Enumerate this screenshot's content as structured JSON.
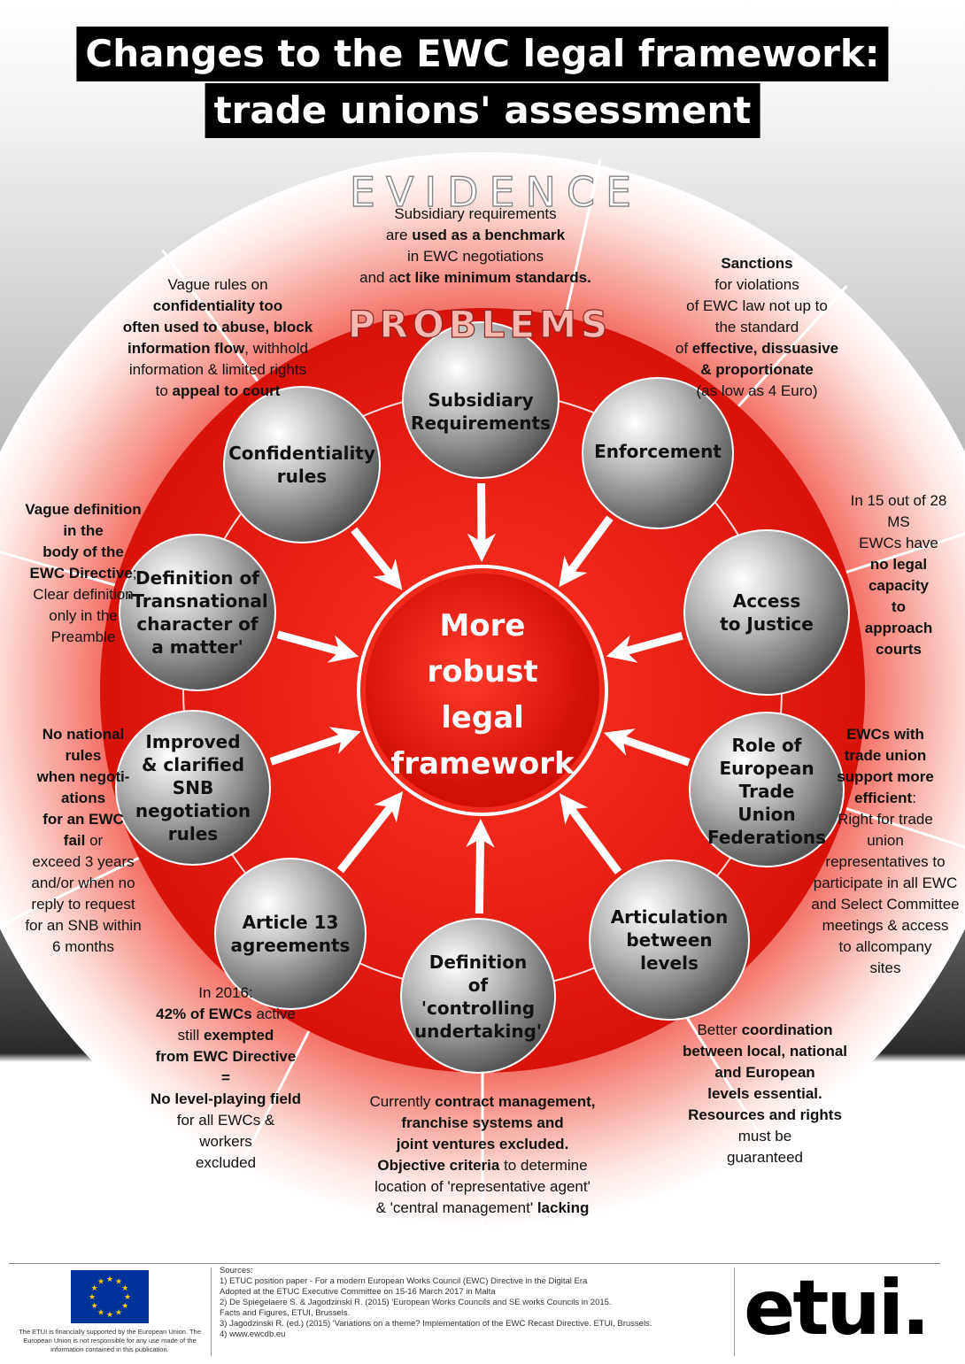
{
  "title": {
    "line1": "Changes to the EWC legal framework:",
    "line2": "trade unions' assessment"
  },
  "ring_labels": {
    "outer": "EVIDENCE",
    "inner": "PROBLEMS"
  },
  "center": {
    "label": "More\nrobust\nlegal\nframework"
  },
  "colors": {
    "red": "#e8190f",
    "dark_red": "#c40f06",
    "pink": "#f7c9c3",
    "gray_circle": "#8a8a8a"
  },
  "problems": [
    {
      "label": "Subsidiary\nRequirements"
    },
    {
      "label": "Enforcement"
    },
    {
      "label": "Access\nto Justice"
    },
    {
      "label": "Role of\nEuropean\nTrade\nUnion\nFederations"
    },
    {
      "label": "Articulation\nbetween\nlevels"
    },
    {
      "label": "Definition\nof\n'controlling\nundertaking'"
    },
    {
      "label": "Article 13\nagreements"
    },
    {
      "label": "Improved\n& clarified\nSNB\nnegotiation\nrules"
    },
    {
      "label": "Definition of\n'Transnational\ncharacter of\na matter'"
    },
    {
      "label": "Confidentiality\nrules"
    }
  ],
  "evidence": {
    "subsidiary": [
      {
        "t": "Subsidiary requirements",
        "b": false
      },
      {
        "t": "are ",
        "b": false
      },
      {
        "t": "used as a benchmark",
        "b": true
      },
      {
        "t": "in EWC negotiations",
        "b": false
      },
      {
        "t": "and a",
        "b": false
      },
      {
        "t": "ct like minimum standards.",
        "b": true
      }
    ],
    "sanctions": [
      {
        "t": "Sanctions",
        "b": true
      },
      {
        "t": "for violations",
        "b": false
      },
      {
        "t": "of EWC law not up to",
        "b": false
      },
      {
        "t": "the standard",
        "b": false
      },
      {
        "t": "of ",
        "b": false
      },
      {
        "t": "effective, dissuasive",
        "b": true
      },
      {
        "t": "& proportionate",
        "b": true
      },
      {
        "t": "(as low as 4 Euro)",
        "b": false
      }
    ],
    "confidentiality": [
      {
        "t": "Vague rules on",
        "b": false
      },
      {
        "t": "confidentiality too",
        "b": true
      },
      {
        "t": "often used to abuse, block",
        "b": true
      },
      {
        "t": "information flow",
        "b": true
      },
      {
        "t": ", withhold",
        "b": false
      },
      {
        "t": "information & limited rights",
        "b": false
      },
      {
        "t": "to ",
        "b": false
      },
      {
        "t": "appeal to court",
        "b": true
      }
    ],
    "transnational": [
      {
        "t": "Vague definition",
        "b": true
      },
      {
        "t": "in the",
        "b": true
      },
      {
        "t": "body of the",
        "b": true
      },
      {
        "t": "EWC Directive",
        "b": true
      },
      {
        "t": ";",
        "b": false
      },
      {
        "t": "Clear definition",
        "b": false
      },
      {
        "t": "only in the",
        "b": false
      },
      {
        "t": "Preamble",
        "b": false
      }
    ],
    "access": [
      {
        "t": "In 15 out of 28",
        "b": false
      },
      {
        "t": "MS",
        "b": false
      },
      {
        "t": "EWCs have",
        "b": false
      },
      {
        "t": "no legal",
        "b": true
      },
      {
        "t": "capacity",
        "b": true
      },
      {
        "t": "to",
        "b": true
      },
      {
        "t": "approach",
        "b": true
      },
      {
        "t": "courts",
        "b": true
      }
    ],
    "snb": [
      {
        "t": "No national",
        "b": true
      },
      {
        "t": "rules",
        "b": true
      },
      {
        "t": "when negoti-",
        "b": true
      },
      {
        "t": "ations",
        "b": true
      },
      {
        "t": "for an EWC",
        "b": true
      },
      {
        "t": "fail",
        "b": true
      },
      {
        "t": " or",
        "b": false
      },
      {
        "t": "exceed 3 years",
        "b": false
      },
      {
        "t": "and/or when no",
        "b": false
      },
      {
        "t": "reply to request",
        "b": false
      },
      {
        "t": "for an SNB within",
        "b": false
      },
      {
        "t": "6 months",
        "b": false
      }
    ],
    "federations": [
      {
        "t": "EWCs with",
        "b": true
      },
      {
        "t": "trade union",
        "b": true
      },
      {
        "t": "support more",
        "b": true
      },
      {
        "t": "efficient",
        "b": true
      },
      {
        "t": ":",
        "b": false
      },
      {
        "t": "Right for trade",
        "b": false
      },
      {
        "t": "union",
        "b": false
      },
      {
        "t": "representatives to",
        "b": false
      },
      {
        "t": "participate in all EWC",
        "b": false
      },
      {
        "t": "and Select Committee",
        "b": false
      },
      {
        "t": "meetings & access",
        "b": false
      },
      {
        "t": "to allcompany",
        "b": false
      },
      {
        "t": "sites",
        "b": false
      }
    ],
    "article13": [
      {
        "t": "In 2016:",
        "b": false
      },
      {
        "t": "42% of EWCs",
        "b": true
      },
      {
        "t": " active",
        "b": false
      },
      {
        "t": "still ",
        "b": false
      },
      {
        "t": "exempted",
        "b": true
      },
      {
        "t": "from EWC Directive",
        "b": true
      },
      {
        "t": "=",
        "b": true
      },
      {
        "t": "No level-playing field",
        "b": true
      },
      {
        "t": "for all EWCs &",
        "b": false
      },
      {
        "t": "workers",
        "b": false
      },
      {
        "t": "excluded",
        "b": false
      }
    ],
    "controlling": [
      {
        "t": "Currently ",
        "b": false
      },
      {
        "t": "contract management,",
        "b": true
      },
      {
        "t": "franchise systems and",
        "b": true
      },
      {
        "t": "joint ventures excluded.",
        "b": true
      },
      {
        "t": "Objective criteria",
        "b": true
      },
      {
        "t": " to determine",
        "b": false
      },
      {
        "t": "location of 'representative agent'",
        "b": false
      },
      {
        "t": "& 'central management' ",
        "b": false
      },
      {
        "t": "lacking",
        "b": true
      }
    ],
    "articulation": [
      {
        "t": "Better ",
        "b": false
      },
      {
        "t": "coordination",
        "b": true
      },
      {
        "t": "between local, national",
        "b": true
      },
      {
        "t": "and European",
        "b": true
      },
      {
        "t": "levels essential.",
        "b": true
      },
      {
        "t": "Resources and rights",
        "b": true
      },
      {
        "t": "must be",
        "b": false
      },
      {
        "t": "guaranteed",
        "b": false
      }
    ]
  },
  "footer": {
    "eu_note": "The ETUI is financially supported by the European Union. The European Union is not responsible for any use made of the information contained in this publication.",
    "sources_heading": "Sources:",
    "sources": [
      "1) ETUC position paper - For a modern European Works Council (EWC) Directive in the Digital Era\n    Adopted at the ETUC Executive Committee on 15-16 March 2017 in Malta",
      "2) De Spiegelaere S. & Jagodzinski R. (2015) 'European Works Councils and SE works Councils in 2015.\n    Facts and Figures, ETUI, Brussels.",
      "3) Jagodzinski R. (ed.) (2015) 'Variations on a theme? Implementation of the EWC Recast Directive. ETUI, Brussels.",
      "4) www.ewcdb.eu"
    ],
    "logo": "etui."
  }
}
